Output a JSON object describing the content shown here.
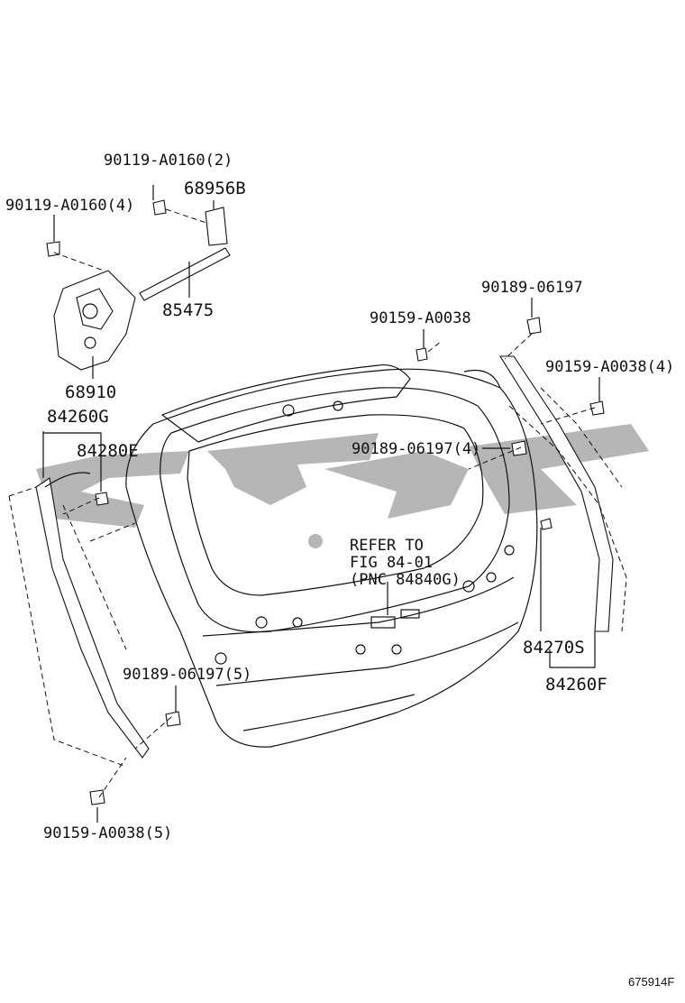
{
  "labels": {
    "bolt_top": "90119-A0160(2)",
    "bolt_left": "90119-A0160(4)",
    "p68956B": "68956B",
    "p85475": "85475",
    "p68910": "68910",
    "p84260G": "84260G",
    "p84280E": "84280E",
    "p90159_center": "90159-A0038",
    "p90189_top": "90189-06197",
    "p90159_right": "90159-A0038(4)",
    "p90189_mid": "90189-06197(4)",
    "refer1": "REFER TO",
    "refer2": "FIG 84-01",
    "refer3": "(PNC 84840G)",
    "p84270S": "84270S",
    "p84260F": "84260F",
    "p90189_low": "90189-06197(5)",
    "p90159_bottom": "90159-A0038(5)",
    "figure_id": "675914F"
  },
  "colors": {
    "line": "#111111",
    "watermark": "#a9a9a9"
  }
}
